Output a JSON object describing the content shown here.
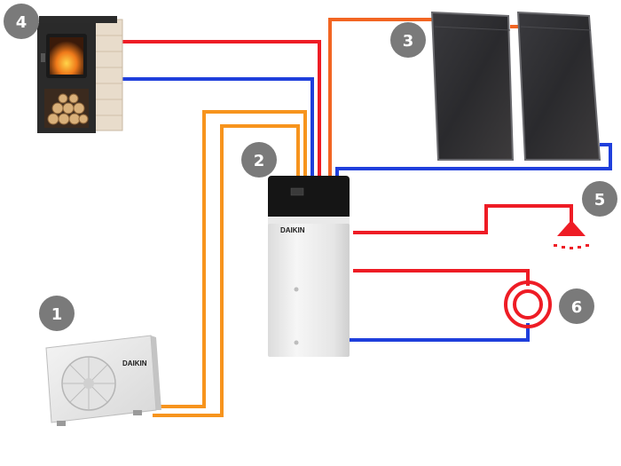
{
  "colors": {
    "hot_pipe": "#ee1c25",
    "cold_pipe": "#1f3fdc",
    "heat_pump_pipe": "#f7941d",
    "solar_flow_pipe": "#f26522",
    "badge": "#7a7a7a"
  },
  "badges": [
    "1",
    "2",
    "3",
    "4",
    "5",
    "6"
  ],
  "components": {
    "outdoor_unit": {
      "brand": "DAIKIN",
      "icon": "outdoor-heat-pump-unit"
    },
    "indoor_unit": {
      "brand": "DAIKIN",
      "icon": "indoor-hot-water-tank"
    },
    "solar_panels": {
      "icon": "solar-thermal-panel",
      "count": 2
    },
    "stove": {
      "icon": "wood-burning-stove"
    },
    "shower": {
      "icon": "shower-head-icon"
    },
    "radiator": {
      "icon": "underfloor-heating-circuit-icon"
    }
  }
}
